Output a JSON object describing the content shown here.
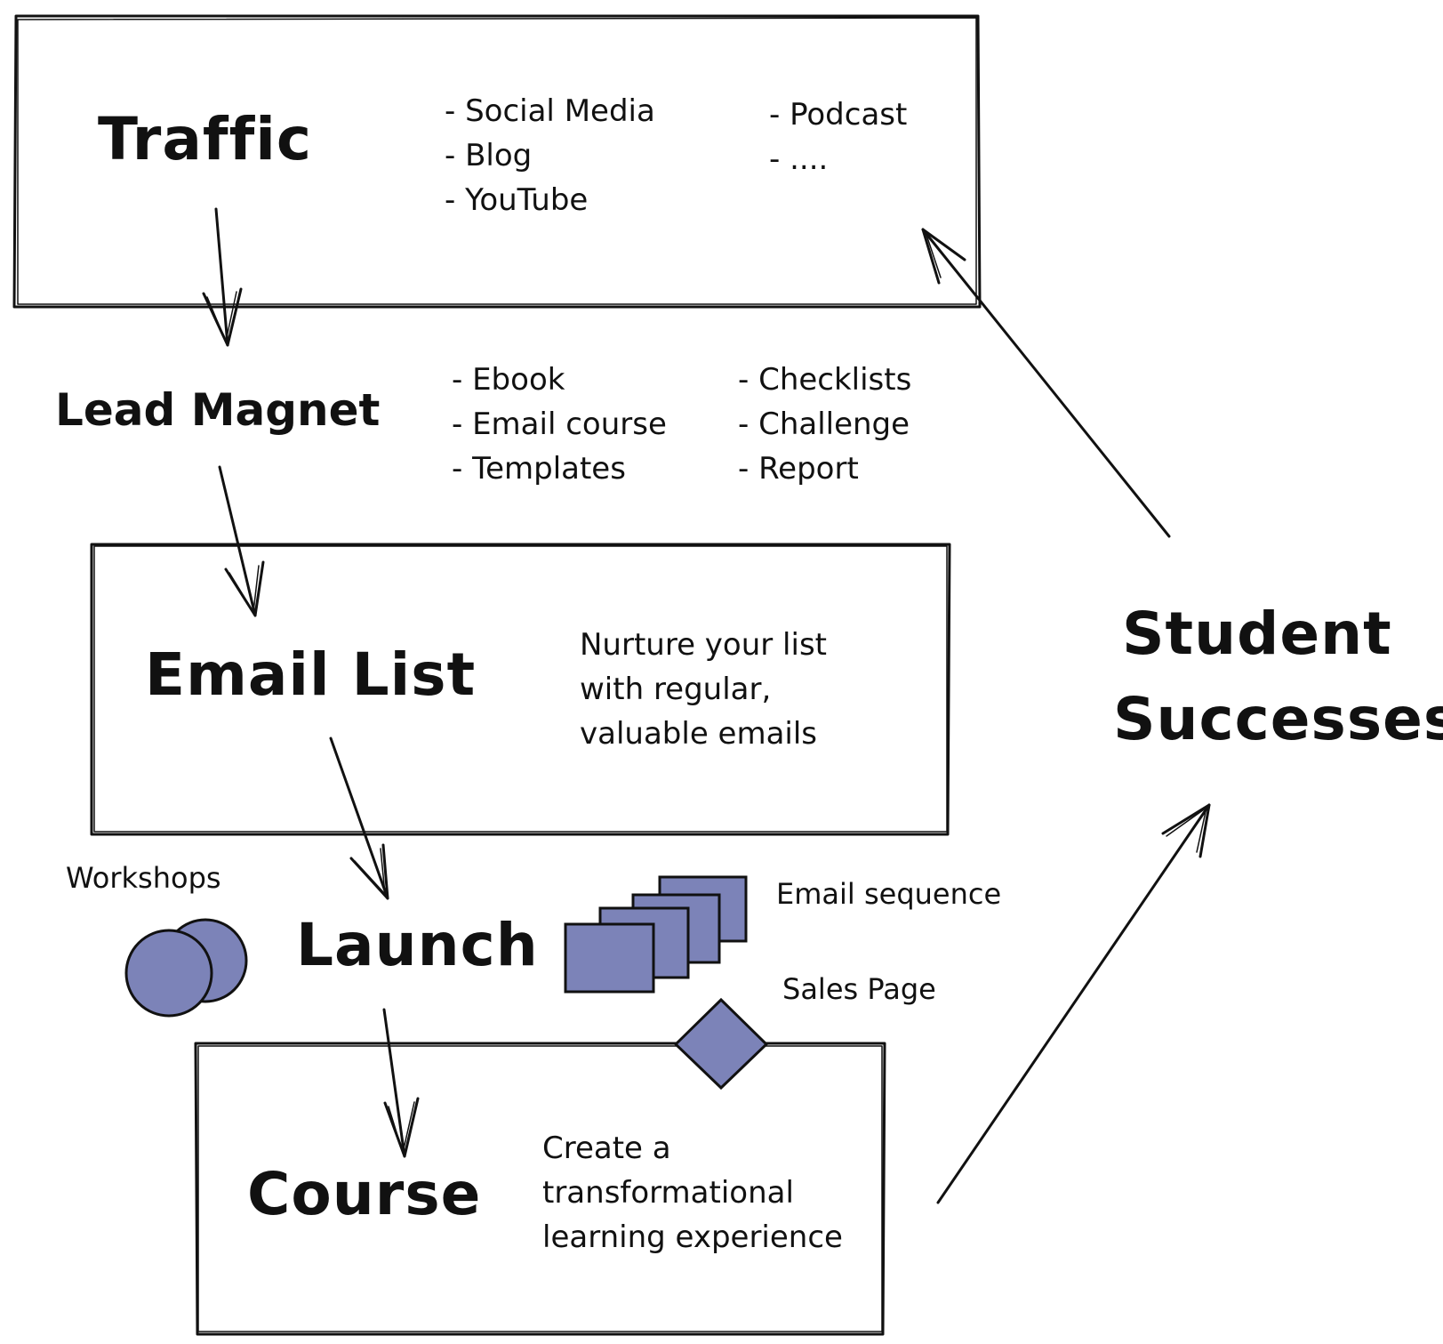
{
  "colors": {
    "ink": "#111111",
    "shape_fill": "#7c83b8",
    "background": "#ffffff"
  },
  "traffic": {
    "title": "Traffic",
    "items_col1": [
      "- Social Media",
      "- Blog",
      "- YouTube"
    ],
    "items_col2": [
      "- Podcast",
      "- ...."
    ]
  },
  "lead_magnet": {
    "title": "Lead Magnet",
    "items_col1": [
      "- Ebook",
      "- Email course",
      "- Templates"
    ],
    "items_col2": [
      "- Checklists",
      "- Challenge",
      "- Report"
    ]
  },
  "email_list": {
    "title": "Email List",
    "note_lines": [
      "Nurture your list",
      "with regular,",
      "valuable emails"
    ]
  },
  "launch": {
    "title": "Launch",
    "workshops_label": "Workshops",
    "email_sequence_label": "Email sequence",
    "sales_page_label": "Sales Page"
  },
  "course": {
    "title": "Course",
    "note_lines": [
      "Create a",
      "transformational",
      "learning experience"
    ]
  },
  "student_successes": {
    "line1": "Student",
    "line2": "Successes"
  }
}
